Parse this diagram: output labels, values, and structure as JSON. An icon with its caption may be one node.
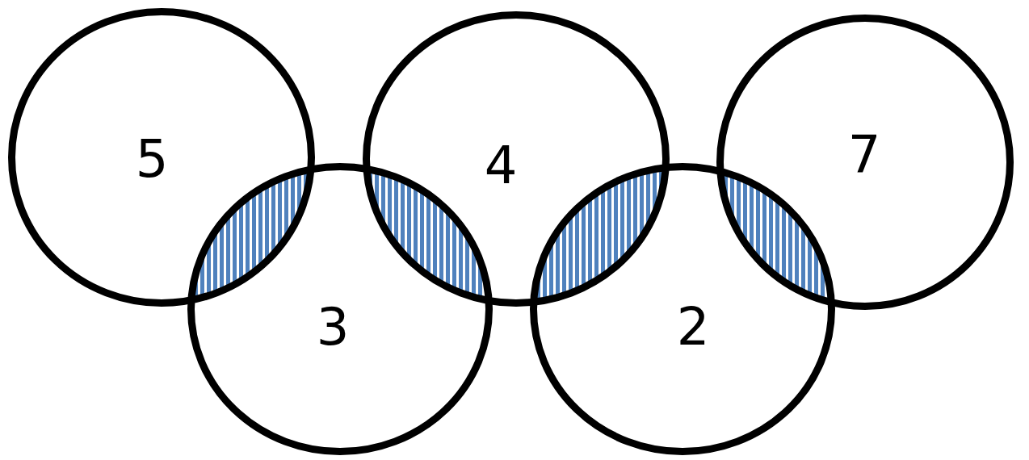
{
  "diagram": {
    "nodes": [
      {
        "text": [
          "5"
        ]
      },
      {
        "text": [
          "3"
        ]
      },
      {
        "text": [
          "4"
        ]
      },
      {
        "text": [
          "2"
        ]
      },
      {
        "text": [
          "7"
        ]
      }
    ]
  }
}
